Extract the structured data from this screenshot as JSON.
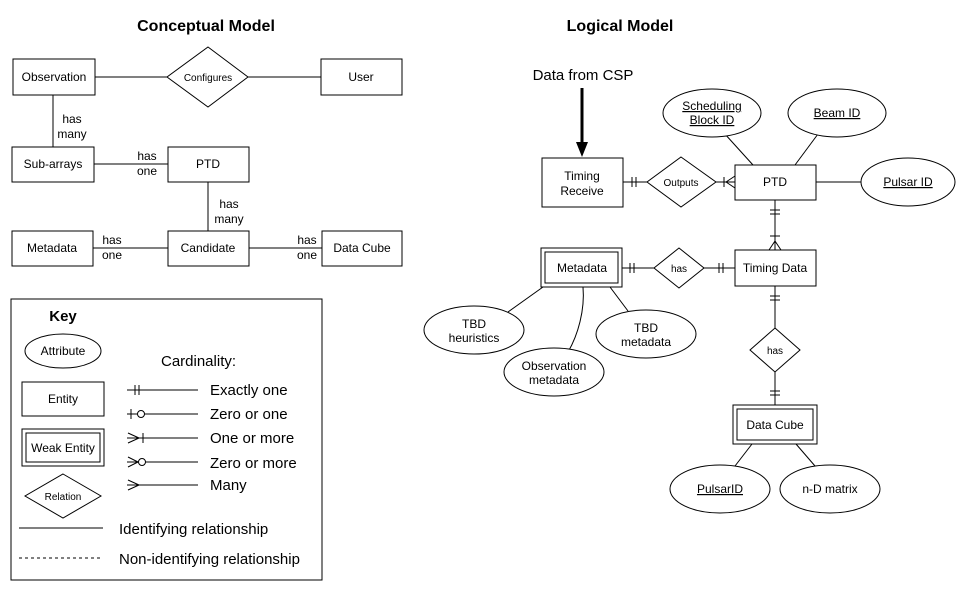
{
  "titles": {
    "conceptual": "Conceptual Model",
    "logical": "Logical Model"
  },
  "conceptual": {
    "entities": {
      "observation": "Observation",
      "user": "User",
      "sub_arrays": "Sub-arrays",
      "ptd": "PTD",
      "metadata": "Metadata",
      "candidate": "Candidate",
      "data_cube": "Data Cube"
    },
    "relations": {
      "configures": "Configures"
    },
    "cardinality_labels": {
      "obs_subarrays": [
        "has",
        "many"
      ],
      "subarrays_ptd": [
        "has",
        "one"
      ],
      "ptd_candidate": [
        "has",
        "many"
      ],
      "metadata_candidate": [
        "has",
        "one"
      ],
      "candidate_datacube": [
        "has",
        "one"
      ]
    }
  },
  "logical": {
    "source_label": "Data from CSP",
    "entities": {
      "timing_receive": [
        "Timing",
        "Receive"
      ],
      "ptd": "PTD",
      "timing_data": "Timing Data",
      "metadata": "Metadata",
      "data_cube": "Data Cube"
    },
    "relations": {
      "outputs": "Outputs",
      "has_metadata": "has",
      "has_datacube": "has"
    },
    "attributes": {
      "scheduling_block_id": [
        "Scheduling",
        "Block ID"
      ],
      "beam_id": "Beam ID",
      "pulsar_id": "Pulsar ID",
      "tbd_heuristics": [
        "TBD",
        "heuristics"
      ],
      "observation_metadata": [
        "Observation",
        "metadata"
      ],
      "tbd_metadata": [
        "TBD",
        "metadata"
      ],
      "pulsarid": "PulsarID",
      "nd_matrix": "n-D matrix"
    }
  },
  "key": {
    "title": "Key",
    "attribute": "Attribute",
    "entity": "Entity",
    "weak_entity": "Weak Entity",
    "relation": "Relation",
    "cardinality_heading": "Cardinality:",
    "cardinality": [
      "Exactly one",
      "Zero or one",
      "One or more",
      "Zero or more",
      "Many"
    ],
    "identifying": "Identifying relationship",
    "non_identifying": "Non-identifying relationship"
  }
}
